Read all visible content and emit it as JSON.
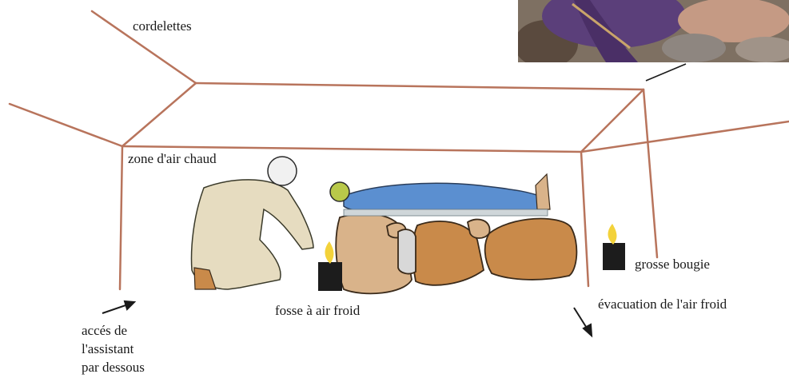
{
  "labels": {
    "cordelettes": "cordelettes",
    "zone_air_chaud": "zone d'air chaud",
    "fosse_air_froid": "fosse à air froid",
    "grosse_bougie": "grosse bougie",
    "evacuation": "évacuation de l'air froid",
    "acces": "accés de\nl'assistant\npar dessous"
  },
  "colors": {
    "rope": "#b8745c",
    "rock_light": "#d9b38a",
    "rock_dark": "#c98a4a",
    "rock_edge": "#3a2a1a",
    "victim_suit": "#5b8fd0",
    "rescuer_suit": "#e6dcc0",
    "candle_flame": "#f3d23a",
    "candle_body": "#1c1c1c"
  },
  "icons": [
    "helmet-icon",
    "candle-icon",
    "arrow-icon"
  ]
}
